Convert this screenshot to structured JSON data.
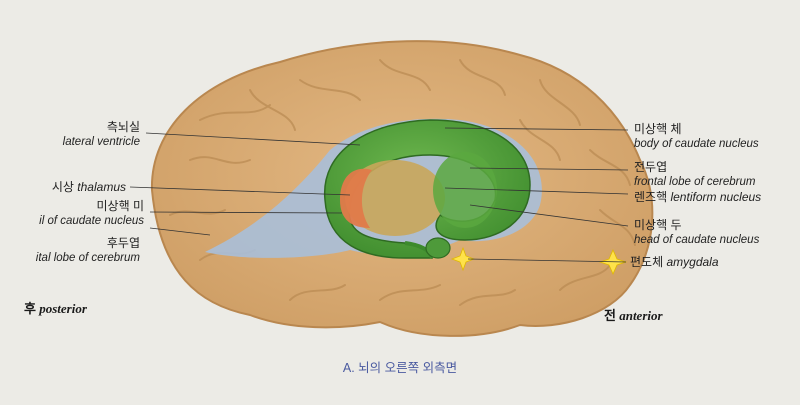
{
  "labels": {
    "lateral_ventricle": {
      "ko": "측뇌실",
      "en": "lateral ventricle"
    },
    "thalamus": {
      "ko": "시상",
      "en": "thalamus"
    },
    "tail_caudate": {
      "ko": "미상핵 미",
      "en": "il of caudate nucleus"
    },
    "occipital_lobe": {
      "ko": "후두엽",
      "en": "ital lobe of cerebrum"
    },
    "body_caudate": {
      "ko": "미상핵 체",
      "en": "body of caudate nucleus"
    },
    "frontal_lobe": {
      "ko": "전두엽",
      "en": "frontal lobe of cerebrum"
    },
    "lentiform": {
      "ko": "렌즈핵",
      "en": "lentiform nucleus"
    },
    "head_caudate": {
      "ko": "미상핵 두",
      "en": "head of caudate nucleus"
    },
    "amygdala": {
      "ko": "편도체",
      "en": "amygdala"
    }
  },
  "directions": {
    "posterior": {
      "ko": "후",
      "en": "posterior"
    },
    "anterior": {
      "ko": "전",
      "en": "anterior"
    }
  },
  "caption": "A. 뇌의 오른쪽 외측면",
  "colors": {
    "background": "#ecebe6",
    "brain": "#d9ab73",
    "brain_outline": "#b9874f",
    "ventricle": "#a9bfd9",
    "caudate": "#4e9a3a",
    "caudate_dark": "#2f6b22",
    "lentiform": "#c9a65a",
    "thalamus": "#e07a4a",
    "amygdala_star": "#ffe24a"
  }
}
